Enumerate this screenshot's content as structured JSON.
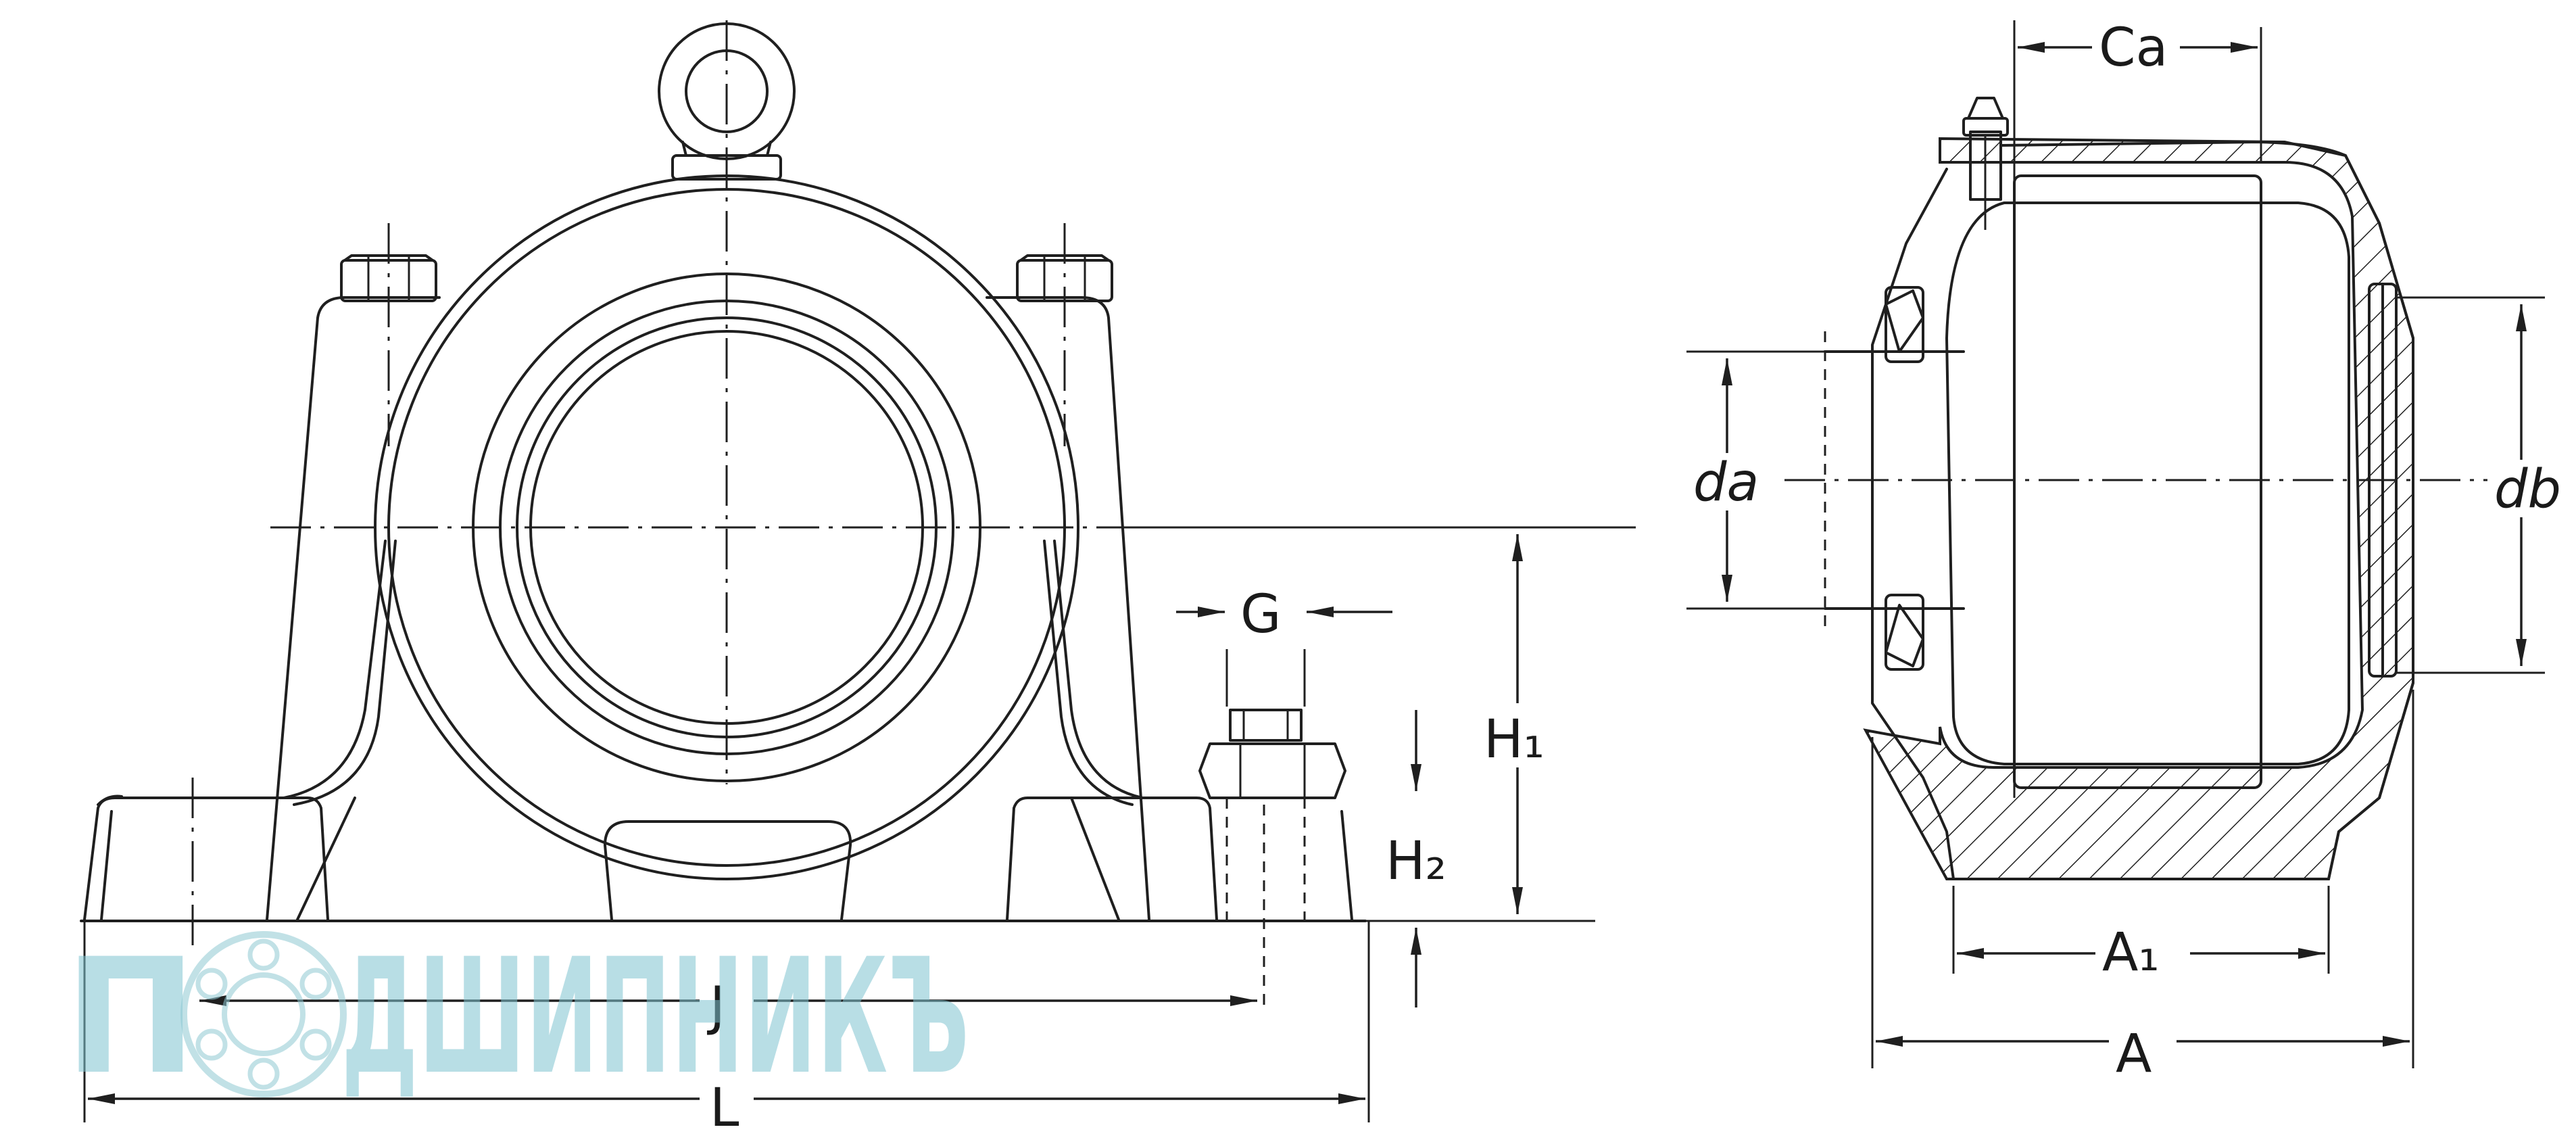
{
  "labels": {
    "G": "G",
    "H1": "H₁",
    "H2": "H₂",
    "J": "J",
    "L": "L",
    "Ca": "Ca",
    "da": "da",
    "db": "db",
    "A1": "A₁",
    "A": "A"
  },
  "watermark": {
    "letter_p": "П",
    "rest": "ДШИПНИКЪ"
  },
  "colors": {
    "line": "#1f1f1f",
    "watermark": "#7ec3cf"
  }
}
